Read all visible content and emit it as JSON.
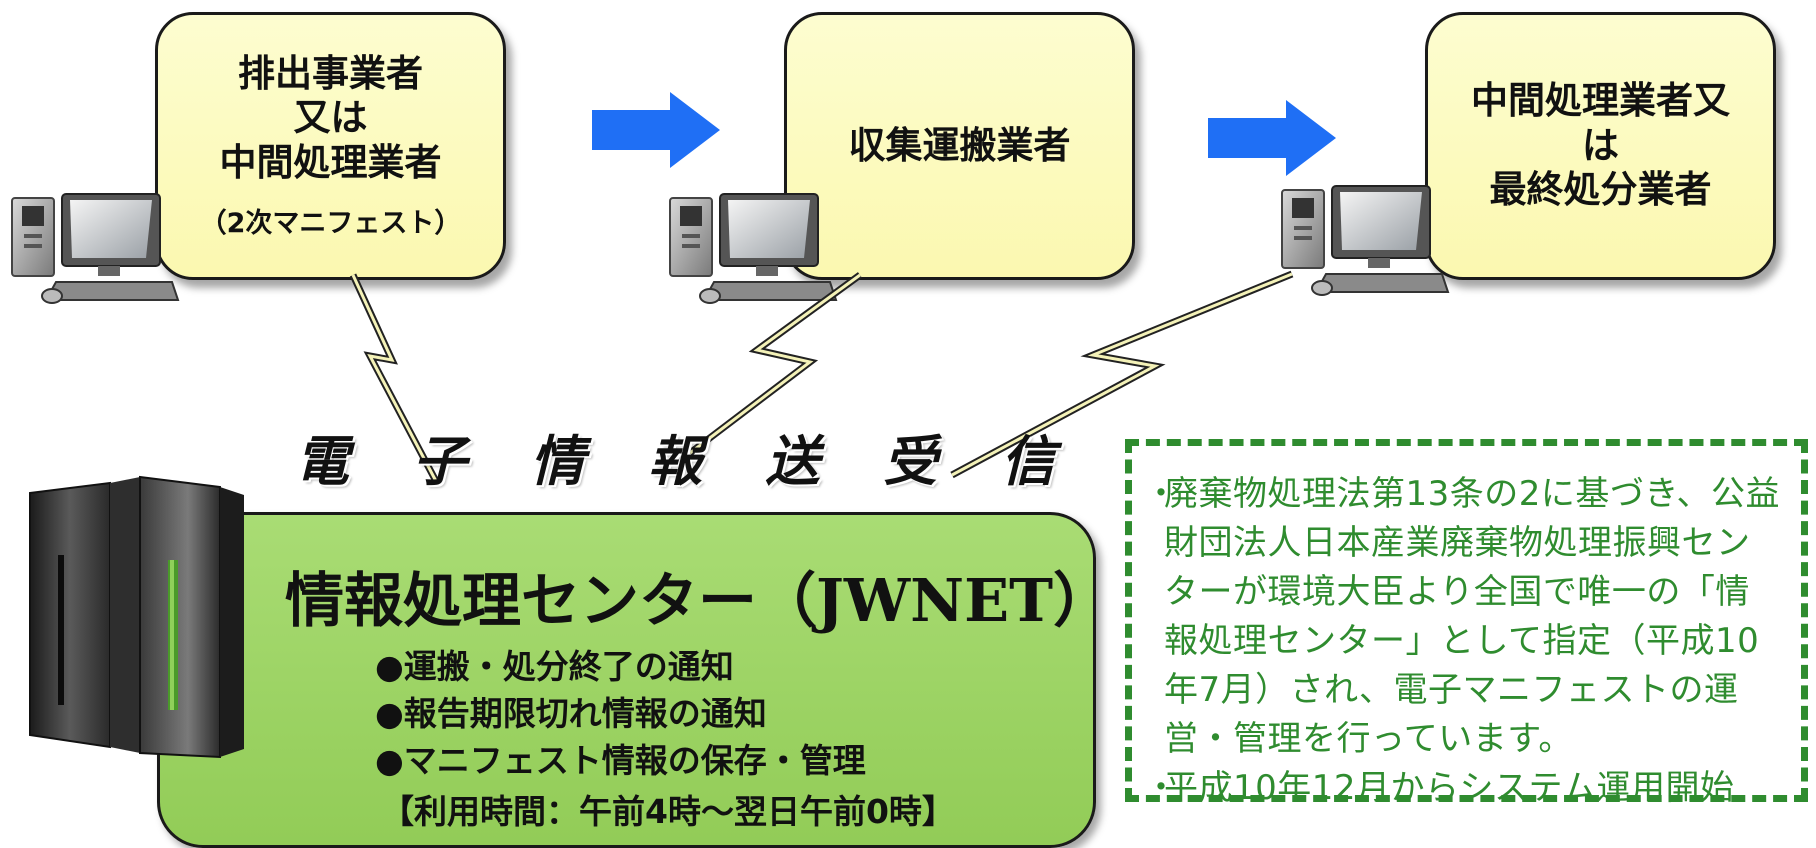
{
  "nodes": {
    "discharger": {
      "lines": [
        "排出事業者",
        "又は",
        "中間処理業者"
      ],
      "sub": "（2次マニフェスト）"
    },
    "collector": {
      "lines": [
        "収集運搬業者"
      ]
    },
    "processor": {
      "lines": [
        "中間処理業者又",
        "は",
        "最終処分業者"
      ]
    }
  },
  "banner_chars": [
    "電",
    "子",
    "情",
    "報",
    "送",
    "受",
    "信"
  ],
  "center": {
    "title": "情報処理センター（JWNET）",
    "items": [
      "●運搬・処分終了の通知",
      "●報告期限切れ情報の通知",
      "●マニフェスト情報の保存・管理"
    ],
    "hours": "【利用時間：午前4時～翌日午前0時】"
  },
  "notes": {
    "bullets": [
      {
        "mark": "・",
        "text": "廃棄物処理法第13条の2に基づき、公益財団法人日本産業廃棄物処理振興センターが環境大臣より全国で唯一の「情報処理センター」として指定（平成10年7月）され、電子マニフェストの運営・管理を行っています。"
      },
      {
        "mark": "・",
        "text": "平成10年12月からシステム運用開始"
      }
    ]
  },
  "colors": {
    "node_fill": "#fbf8b0",
    "center_fill": "#92cc57",
    "arrow": "#1f6ff5",
    "notes_green": "#2f8c2f"
  },
  "icons": [
    "desktop-computer-icon",
    "server-icon",
    "right-arrow-icon",
    "lightning-link-icon"
  ]
}
